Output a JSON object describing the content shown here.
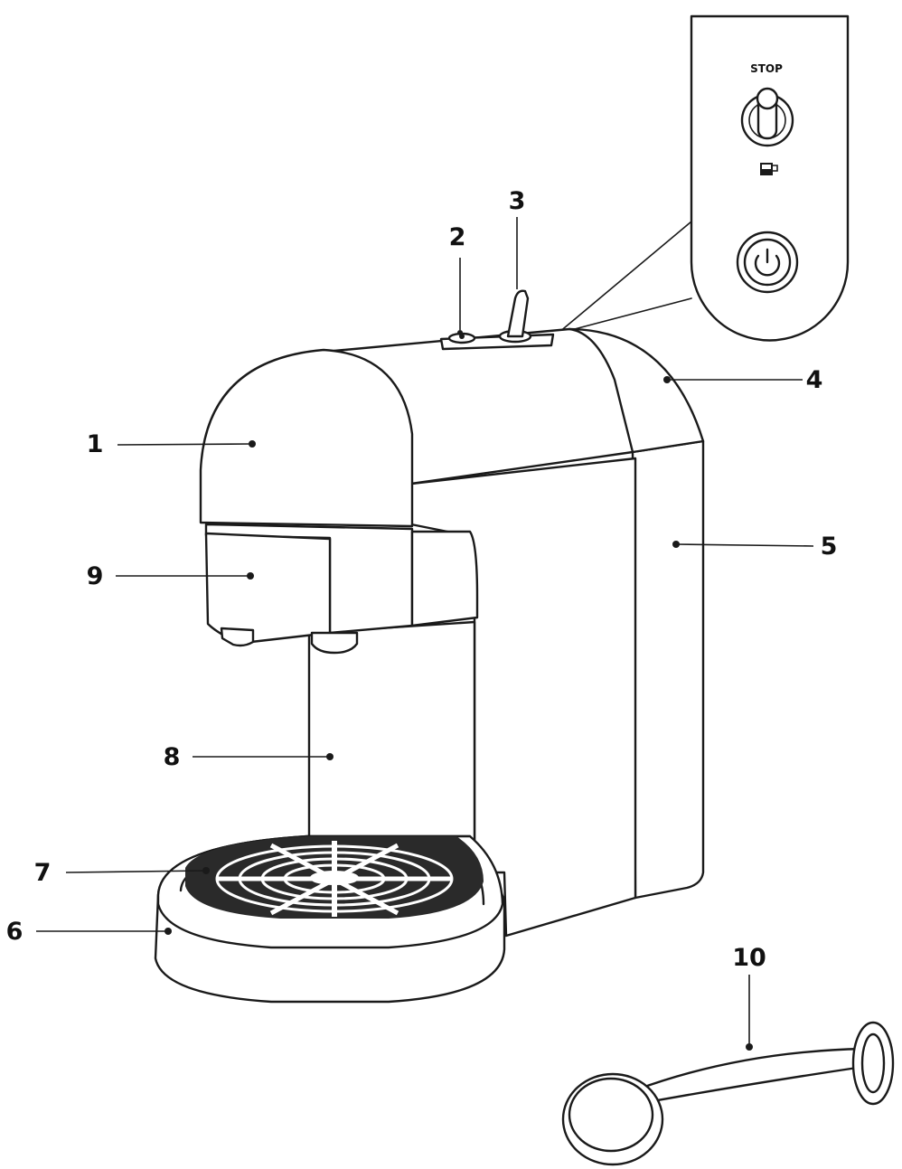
{
  "callouts": [
    {
      "id": "1",
      "label": "1"
    },
    {
      "id": "2",
      "label": "2"
    },
    {
      "id": "3",
      "label": "3"
    },
    {
      "id": "4",
      "label": "4"
    },
    {
      "id": "5",
      "label": "5"
    },
    {
      "id": "6",
      "label": "6"
    },
    {
      "id": "7",
      "label": "7"
    },
    {
      "id": "8",
      "label": "8"
    },
    {
      "id": "9",
      "label": "9"
    },
    {
      "id": "10",
      "label": "10"
    }
  ],
  "control_panel": {
    "stop_label": "STOP",
    "icons": [
      "toggle-lever-icon",
      "espresso-cup-icon",
      "power-icon"
    ]
  }
}
